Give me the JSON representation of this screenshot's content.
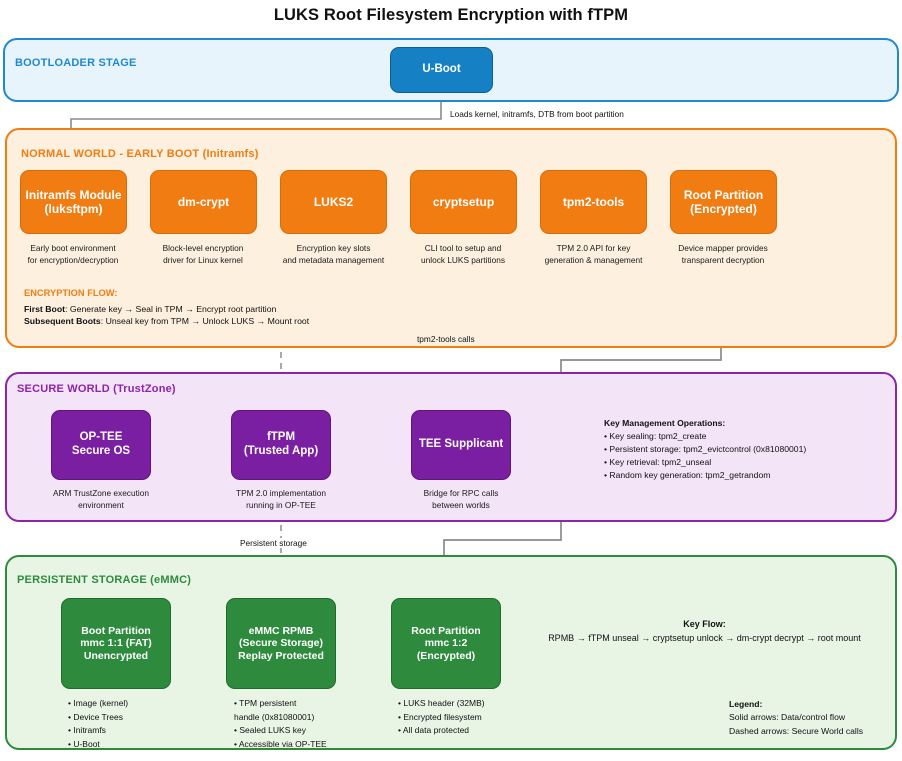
{
  "title": "LUKS Root Filesystem Encryption with fTPM",
  "colors": {
    "bootloader": "#1f88d0",
    "normal_world": "#f07c12",
    "secure_world": "#8e24aa",
    "storage": "#2e8b3d",
    "arrow": "#8a8a8a"
  },
  "sections": {
    "bootloader": {
      "label": "BOOTLOADER STAGE",
      "nodes": [
        {
          "title": "U-Boot"
        }
      ]
    },
    "normal_world": {
      "label": "NORMAL WORLD - EARLY BOOT (Initramfs)",
      "nodes": [
        {
          "line1": "Initramfs Module",
          "line2": "(luksftpm)",
          "cap1": "Early boot environment",
          "cap2": "for encryption/decryption"
        },
        {
          "line1": "dm-crypt",
          "line2": "",
          "cap1": "Block-level encryption",
          "cap2": "driver for Linux kernel"
        },
        {
          "line1": "LUKS2",
          "line2": "",
          "cap1": "Encryption key slots",
          "cap2": "and metadata management"
        },
        {
          "line1": "cryptsetup",
          "line2": "",
          "cap1": "CLI tool to setup and",
          "cap2": "unlock LUKS partitions"
        },
        {
          "line1": "tpm2-tools",
          "line2": "",
          "cap1": "TPM 2.0 API for key",
          "cap2": "generation & management"
        },
        {
          "line1": "Root Partition",
          "line2": "(Encrypted)",
          "cap1": "Device mapper provides",
          "cap2": "transparent decryption"
        }
      ],
      "flow_heading": "ENCRYPTION FLOW:",
      "flow_lines": [
        {
          "bold": "First Boot",
          "rest": ": Generate key → Seal in TPM → Encrypt root partition"
        },
        {
          "bold": "Subsequent Boots",
          "rest": ": Unseal key from TPM → Unlock LUKS → Mount root"
        }
      ]
    },
    "secure_world": {
      "label": "SECURE WORLD (TrustZone)",
      "nodes": [
        {
          "line1": "OP-TEE",
          "line2": "Secure OS",
          "cap1": "ARM TrustZone execution",
          "cap2": "environment"
        },
        {
          "line1": "fTPM",
          "line2": "(Trusted App)",
          "cap1": "TPM 2.0 implementation",
          "cap2": "running in OP-TEE"
        },
        {
          "line1": "TEE Supplicant",
          "line2": "",
          "cap1": "Bridge for RPC calls",
          "cap2": "between worlds"
        }
      ],
      "key_ops_heading": "Key Management Operations:",
      "key_ops": [
        "• Key sealing: tpm2_create",
        "• Persistent storage: tpm2_evictcontrol (0x81080001)",
        "• Key retrieval: tpm2_unseal",
        "• Random key generation: tpm2_getrandom"
      ]
    },
    "storage": {
      "label": "PERSISTENT STORAGE (eMMC)",
      "nodes": [
        {
          "line1": "Boot Partition",
          "line2": "mmc 1:1 (FAT)",
          "line3": "Unencrypted",
          "bullets": [
            "• Image (kernel)",
            "• Device Trees",
            "• Initramfs",
            "• U-Boot"
          ]
        },
        {
          "line1": "eMMC RPMB",
          "line2": "(Secure Storage)",
          "line3": "Replay Protected",
          "bullets": [
            "• TPM persistent",
            "handle (0x81080001)",
            "• Sealed LUKS key",
            "• Accessible via OP-TEE"
          ]
        },
        {
          "line1": "Root Partition",
          "line2": "mmc 1:2",
          "line3": "(Encrypted)",
          "bullets": [
            "• LUKS header (32MB)",
            "• Encrypted filesystem",
            "• All data protected"
          ]
        }
      ],
      "key_flow_heading": "Key Flow:",
      "key_flow_text": "RPMB → fTPM unseal → cryptsetup unlock → dm-crypt decrypt → root mount",
      "legend_heading": "Legend:",
      "legend_lines": [
        "Solid arrows: Data/control flow",
        "Dashed arrows: Secure World calls"
      ]
    }
  },
  "edges": {
    "uboot_to_initramfs": "Loads kernel, initramfs, DTB from boot partition",
    "tpm2tools_to_ftpm": "tpm2-tools calls",
    "ftpm_to_rpmb": "Persistent storage"
  }
}
